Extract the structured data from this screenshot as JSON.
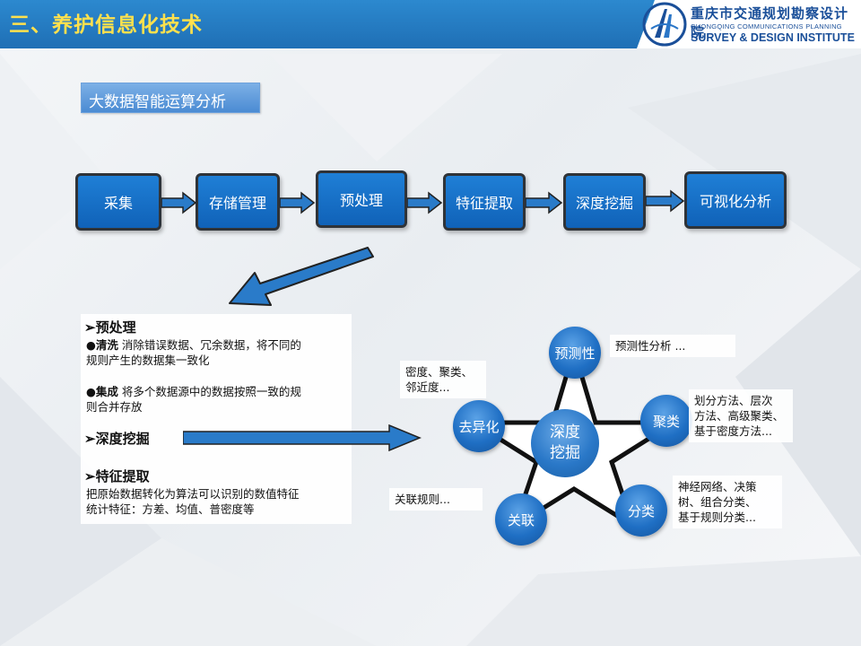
{
  "header": {
    "title": "三、养护信息化技术",
    "org_cn": "重庆市交通规划勘察设计院",
    "org_en_line1": "CHONGQING COMMUNICATIONS PLANNING",
    "org_en_line2": "SURVEY & DESIGN INSTITUTE",
    "bar_color": "#1f6fb5",
    "title_color": "#ffe14d"
  },
  "section_label": "大数据智能运算分析",
  "process": {
    "steps": [
      "采集",
      "存储管理",
      "预处理",
      "特征提取",
      "深度挖掘",
      "可视化分析"
    ]
  },
  "left_panel": {
    "preprocess_title": "➢预处理",
    "clean_label": "●清洗",
    "clean_text_1": "  消除错误数据、冗余数据，将不同的",
    "clean_text_2": "规则产生的数据集一致化",
    "integrate_label": "●集成",
    "integrate_text_1": "  将多个数据源中的数据按照一致的规",
    "integrate_text_2": "则合并存放",
    "mining_title": "➢深度挖掘",
    "feature_title": "➢特征提取",
    "feature_text_1": "把原始数据转化为算法可以识别的数值特征",
    "feature_text_2": "统计特征：方差、均值、普密度等"
  },
  "mining_diagram": {
    "center_line1": "深度",
    "center_line2": "挖掘",
    "nodes": {
      "predict": "预测性",
      "cluster": "聚类",
      "classify": "分类",
      "assoc": "关联",
      "anomaly": "去异化"
    },
    "notes": {
      "predict": "预测性分析 ...",
      "cluster_1": "划分方法、层次",
      "cluster_2": "方法、高级聚类、",
      "cluster_3": "基于密度方法...",
      "classify_1": "神经网络、决策",
      "classify_2": "树、组合分类、",
      "classify_3": "基于规则分类...",
      "assoc": "关联规则...",
      "anomaly_1": "密度、聚类、",
      "anomaly_2": "邻近度..."
    }
  }
}
